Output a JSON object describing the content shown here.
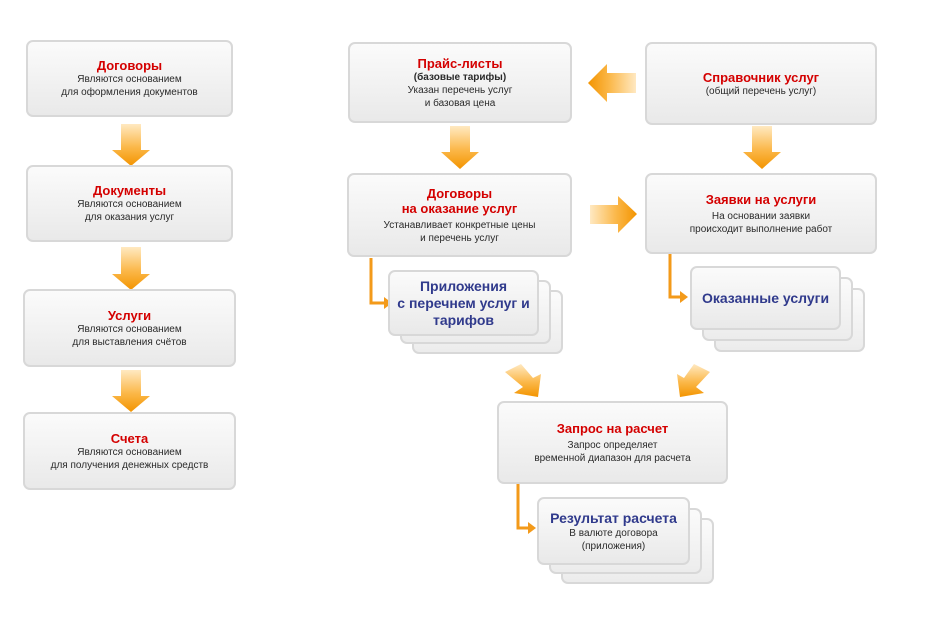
{
  "left_column": [
    {
      "title": "Договоры",
      "lines": [
        "Являются основанием",
        "для оформления документов"
      ]
    },
    {
      "title": "Документы",
      "lines": [
        "Являются основанием",
        "для оказания услуг"
      ]
    },
    {
      "title": "Услуги",
      "lines": [
        "Являются основанием",
        "для выставления счётов"
      ]
    },
    {
      "title": "Счета",
      "lines": [
        "Являются основанием",
        "для получения денежных средств"
      ]
    }
  ],
  "price_lists": {
    "title": "Прайс-листы",
    "subtitle": "(базовые тарифы)",
    "lines": [
      "Указан перечень услуг",
      "и базовая цена"
    ]
  },
  "services_ref": {
    "title": "Справочник услуг",
    "lines": [
      "(общий перечень услуг)"
    ]
  },
  "contracts": {
    "title_lines": [
      "Договоры",
      "на оказание услуг"
    ],
    "lines": [
      "Устанавливает конкретные цены",
      "и перечень услуг"
    ]
  },
  "requests": {
    "title": "Заявки на услуги",
    "lines": [
      "На основании заявки",
      "происходит выполнение работ"
    ]
  },
  "attachments": {
    "title_lines": [
      "Приложения",
      "с перечнем услуг и",
      "тарифов"
    ]
  },
  "rendered_services": {
    "title": "Оказанные услуги"
  },
  "calc_request": {
    "title": "Запрос на расчет",
    "lines": [
      "Запрос определяет",
      "временной диапазон для расчета"
    ]
  },
  "calc_result": {
    "title": "Результат расчета",
    "lines": [
      "В валюте договора",
      "(приложения)"
    ]
  },
  "colors": {
    "arrow": "#f9a51c",
    "title_red": "#d40000",
    "title_blue": "#303a8c",
    "connector": "#f39a1a"
  }
}
